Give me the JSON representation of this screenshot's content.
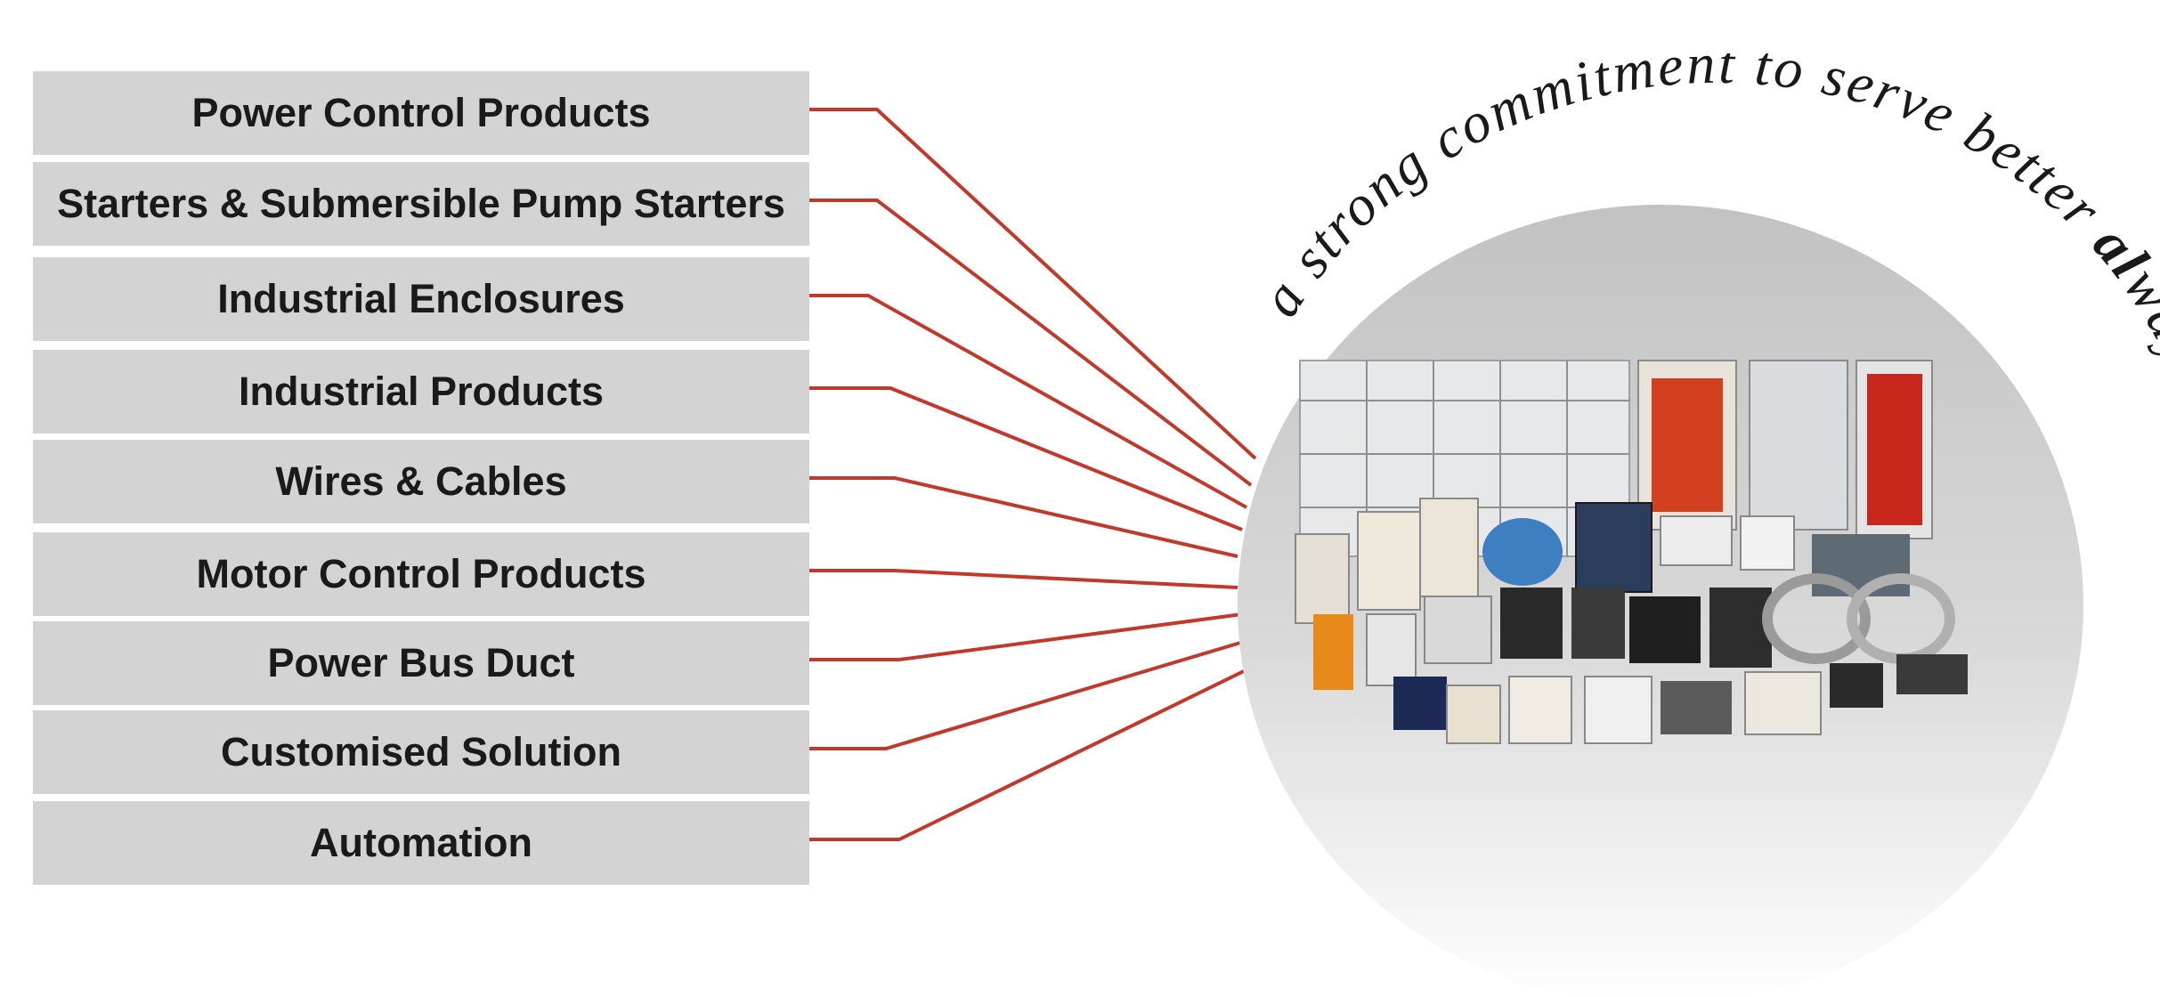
{
  "menu": {
    "items": [
      {
        "label": "Power Control Products"
      },
      {
        "label": "Starters & Submersible Pump Starters"
      },
      {
        "label": "Industrial Enclosures"
      },
      {
        "label": "Industrial Products"
      },
      {
        "label": "Wires & Cables"
      },
      {
        "label": "Motor Control Products"
      },
      {
        "label": "Power Bus Duct"
      },
      {
        "label": "Customised Solution"
      },
      {
        "label": "Automation"
      }
    ]
  },
  "tagline": {
    "prefix": "a strong commitment to serve better ",
    "emphasis": "al",
    "suffix": "ways ..."
  },
  "colors": {
    "box": "#d3d3d3",
    "connector": "#c0392b",
    "text": "#1a1a1a"
  },
  "icons": [
    "product-collage-image"
  ]
}
